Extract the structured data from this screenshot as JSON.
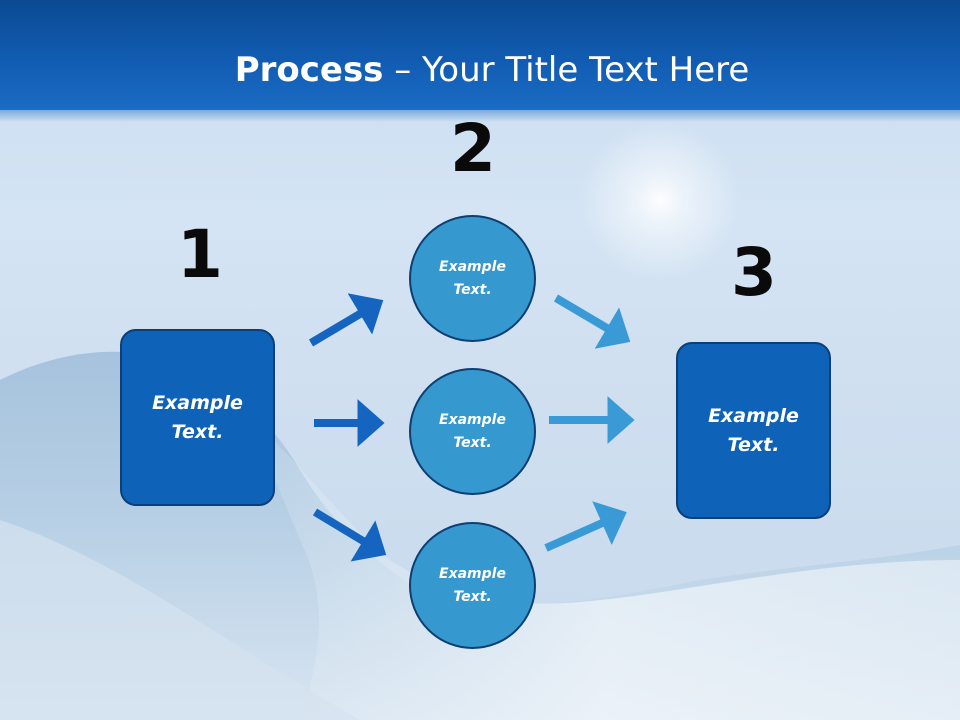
{
  "slide": {
    "title_bold": "Process",
    "title_rest": " – Your Title Text Here"
  },
  "steps": {
    "one": "1",
    "two": "2",
    "three": "3"
  },
  "nodes": {
    "start_box": "Example Text.",
    "circle_top": "Example Text.",
    "circle_middle": "Example Text.",
    "circle_bottom": "Example Text.",
    "end_box": "Example Text."
  },
  "colors": {
    "header": "#115cb2",
    "box_fill": "#0e63b9",
    "circle_fill": "#3599d0",
    "arrow_dark": "#1565c0",
    "arrow_light": "#3a9ad6"
  }
}
